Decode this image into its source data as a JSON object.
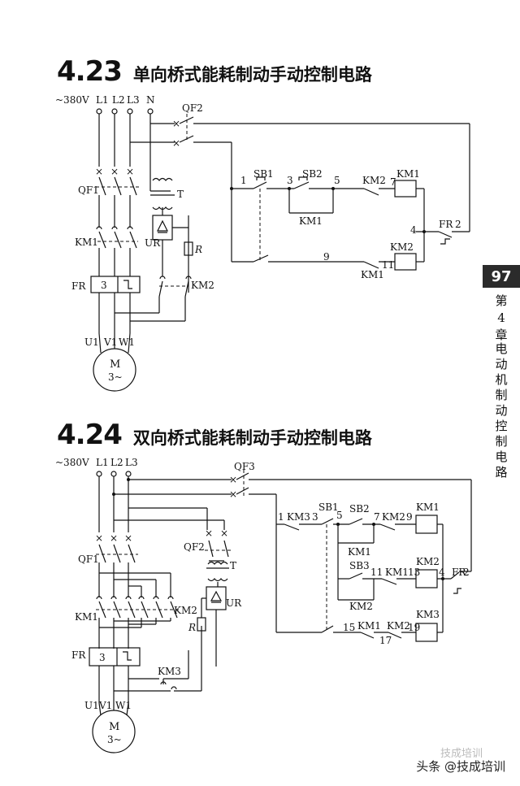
{
  "section1": {
    "number": "4.23",
    "title": "单向桥式能耗制动手动控制电路",
    "labels": {
      "voltage": "~380V",
      "L1": "L1",
      "L2": "L2",
      "L3": "L3",
      "N": "N",
      "QF2": "QF2",
      "QF1": "QF1",
      "KM1": "KM1",
      "KM2": "KM2",
      "FR": "FR",
      "FR_num": "3",
      "T": "T",
      "UR": "UR",
      "R": "R",
      "U1": "U1",
      "V1": "V1",
      "W1": "W1",
      "motor_M": "M",
      "motor_phase": "3~",
      "SB1": "SB1",
      "SB2": "SB2",
      "n1": "1",
      "n3": "3",
      "n5": "5",
      "n7": "7",
      "n4": "4",
      "n9": "9",
      "n11": "11",
      "n2": "2"
    }
  },
  "section2": {
    "number": "4.24",
    "title": "双向桥式能耗制动手动控制电路",
    "labels": {
      "voltage": "~380V",
      "L1": "L1",
      "L2": "L2",
      "L3": "L3",
      "QF3": "QF3",
      "QF2": "QF2",
      "QF1": "QF1",
      "KM1": "KM1",
      "KM2": "KM2",
      "KM3": "KM3",
      "FR": "FR",
      "FR_num": "3",
      "T": "T",
      "UR": "UR",
      "R": "R",
      "U1": "U1",
      "V1": "V1",
      "W1": "W1",
      "motor_M": "M",
      "motor_phase": "3~",
      "SB1": "SB1",
      "SB2": "SB2",
      "SB3": "SB3",
      "n1": "1",
      "n3": "3",
      "n5": "5",
      "n7": "7",
      "n9": "9",
      "n11": "11",
      "n13": "13",
      "n15": "15",
      "n17": "17",
      "n19": "19",
      "n4": "4",
      "n2": "2"
    }
  },
  "sidebar": {
    "page_number": "97",
    "chapter_prefix": "第",
    "chapter_num": "4",
    "chapter_suffix": "章",
    "chapter_title": "电动机制动控制电路"
  },
  "watermark": {
    "text": "头条 @技成培训",
    "faint": "技成培训"
  }
}
